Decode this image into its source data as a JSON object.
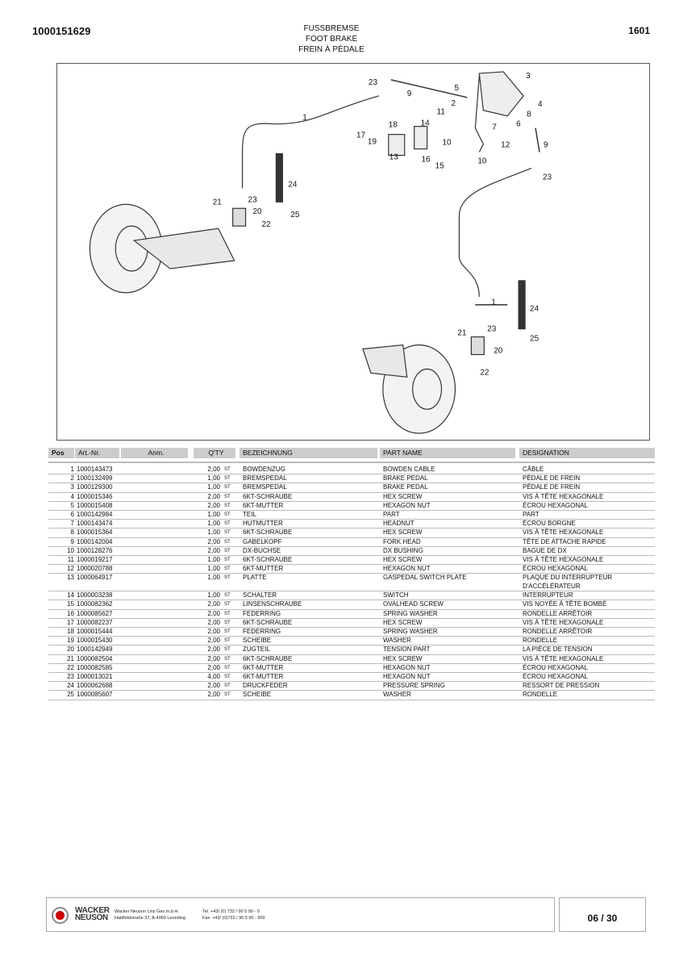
{
  "header": {
    "doc_number": "1000151629",
    "page_code": "1601",
    "title_de": "FUSSBREMSE",
    "title_en": "FOOT BRAKE",
    "title_fr": "FREIN À PÉDALE"
  },
  "diagram": {
    "callouts": [
      "1",
      "2",
      "3",
      "4",
      "5",
      "6",
      "7",
      "8",
      "9",
      "10",
      "11",
      "12",
      "13",
      "14",
      "15",
      "16",
      "17",
      "18",
      "19",
      "20",
      "21",
      "22",
      "23",
      "24",
      "25"
    ]
  },
  "table": {
    "headers": {
      "pos": "Pos",
      "art": "Art.-Nr.",
      "anm": "Anm.",
      "qty": "Q'TY",
      "bez": "BEZEICHNUNG",
      "part": "PART NAME",
      "des": "DESIGNATION"
    },
    "rows": [
      {
        "pos": "1",
        "art": "1000143473",
        "qty": "2,00",
        "unit": "ST",
        "bez": "BOWDENZUG",
        "part": "BOWDEN CABLE",
        "des": "CÂBLE"
      },
      {
        "pos": "2",
        "art": "1000132499",
        "qty": "1,00",
        "unit": "ST",
        "bez": "BREMSPEDAL",
        "part": "BRAKE PEDAL",
        "des": "PÉDALE DE FREIN"
      },
      {
        "pos": "3",
        "art": "1000129300",
        "qty": "1,00",
        "unit": "ST",
        "bez": "BREMSPEDAL",
        "part": "BRAKE PEDAL",
        "des": "PÉDALE DE FREIN"
      },
      {
        "pos": "4",
        "art": "1000015346",
        "qty": "2,00",
        "unit": "ST",
        "bez": "6KT-SCHRAUBE",
        "part": "HEX SCREW",
        "des": "VIS À TÊTE HEXAGONALE"
      },
      {
        "pos": "5",
        "art": "1000015408",
        "qty": "2,00",
        "unit": "ST",
        "bez": "6KT-MUTTER",
        "part": "HEXAGON NUT",
        "des": "ÉCROU HEXAGONAL"
      },
      {
        "pos": "6",
        "art": "1000142984",
        "qty": "1,00",
        "unit": "ST",
        "bez": "TEIL",
        "part": "PART",
        "des": "PART"
      },
      {
        "pos": "7",
        "art": "1000143474",
        "qty": "1,00",
        "unit": "ST",
        "bez": "HUTMUTTER",
        "part": "HEADNUT",
        "des": "ÉCROU BORGNE"
      },
      {
        "pos": "8",
        "art": "1000015364",
        "qty": "1,00",
        "unit": "ST",
        "bez": "6KT-SCHRAUBE",
        "part": "HEX SCREW",
        "des": "VIS À TÊTE HEXAGONALE"
      },
      {
        "pos": "9",
        "art": "1000142004",
        "qty": "2,00",
        "unit": "ST",
        "bez": "GABELKOPF",
        "part": "FORK HEAD",
        "des": "TÊTE DE ATTACHE RAPIDE"
      },
      {
        "pos": "10",
        "art": "1000128276",
        "qty": "2,00",
        "unit": "ST",
        "bez": "DX-BUCHSE",
        "part": "DX BUSHING",
        "des": "BAGUE DE DX"
      },
      {
        "pos": "11",
        "art": "1000019217",
        "qty": "1,00",
        "unit": "ST",
        "bez": "6KT-SCHRAUBE",
        "part": "HEX SCREW",
        "des": "VIS À TÊTE HEXAGONALE"
      },
      {
        "pos": "12",
        "art": "1000020788",
        "qty": "1,00",
        "unit": "ST",
        "bez": "6KT-MUTTER",
        "part": "HEXAGON NUT",
        "des": "ÉCROU HEXAGONAL"
      },
      {
        "pos": "13",
        "art": "1000064917",
        "qty": "1,00",
        "unit": "ST",
        "bez": "PLATTE",
        "part": "GASPEDAL SWITCH PLATE",
        "des": "PLAQUE DU INTERRUPTEUR D'ACCÉLÉRATEUR"
      },
      {
        "pos": "14",
        "art": "1000003238",
        "qty": "1,00",
        "unit": "ST",
        "bez": "SCHALTER",
        "part": "SWITCH",
        "des": "INTERRUPTEUR"
      },
      {
        "pos": "15",
        "art": "1000082362",
        "qty": "2,00",
        "unit": "ST",
        "bez": "LINSENSCHRAUBE",
        "part": "OVALHEAD SCREW",
        "des": "VIS NOYÉE À TÊTE BOMBÉ"
      },
      {
        "pos": "16",
        "art": "1000085627",
        "qty": "2,00",
        "unit": "ST",
        "bez": "FEDERRING",
        "part": "SPRING WASHER",
        "des": "RONDELLE ARRÊTOIR"
      },
      {
        "pos": "17",
        "art": "1000082237",
        "qty": "2,00",
        "unit": "ST",
        "bez": "6KT-SCHRAUBE",
        "part": "HEX SCREW",
        "des": "VIS À TÊTE HEXAGONALE"
      },
      {
        "pos": "18",
        "art": "1000015444",
        "qty": "2,00",
        "unit": "ST",
        "bez": "FEDERRING",
        "part": "SPRING WASHER",
        "des": "RONDELLE ARRÊTOIR"
      },
      {
        "pos": "19",
        "art": "1000015430",
        "qty": "2,00",
        "unit": "ST",
        "bez": "SCHEIBE",
        "part": "WASHER",
        "des": "RONDELLE"
      },
      {
        "pos": "20",
        "art": "1000142949",
        "qty": "2,00",
        "unit": "ST",
        "bez": "ZUGTEIL",
        "part": "TENSION PART",
        "des": "LA PIÈCE DE TENSION"
      },
      {
        "pos": "21",
        "art": "1000082504",
        "qty": "2,00",
        "unit": "ST",
        "bez": "6KT-SCHRAUBE",
        "part": "HEX SCREW",
        "des": "VIS À TÊTE HEXAGONALE"
      },
      {
        "pos": "22",
        "art": "1000082585",
        "qty": "2,00",
        "unit": "ST",
        "bez": "6KT-MUTTER",
        "part": "HEXAGON NUT",
        "des": "ÉCROU HEXAGONAL"
      },
      {
        "pos": "23",
        "art": "1000013021",
        "qty": "4,00",
        "unit": "ST",
        "bez": "6KT-MUTTER",
        "part": "HEXAGON NUT",
        "des": "ÉCROU HEXAGONAL"
      },
      {
        "pos": "24",
        "art": "1000062688",
        "qty": "2,00",
        "unit": "ST",
        "bez": "DRUCKFEDER",
        "part": "PRESSURE SPRING",
        "des": "RESSORT DE PRESSION"
      },
      {
        "pos": "25",
        "art": "1000085607",
        "qty": "2,00",
        "unit": "ST",
        "bez": "SCHEIBE",
        "part": "WASHER",
        "des": "RONDELLE"
      }
    ]
  },
  "footer": {
    "brand_line1": "WACKER",
    "brand_line2": "NEUSON",
    "company": "Wacker Neuson Linz  Ges.m.b.H.",
    "address": "Haidfeldstraße 37, A-4060 Leonding",
    "tel": "Tel. +43/ (0) 732 / 90 5 90 - 0",
    "fax": "Fax. +43/ (0)732 / 90 5 90 - 900",
    "page": "06 / 30"
  }
}
